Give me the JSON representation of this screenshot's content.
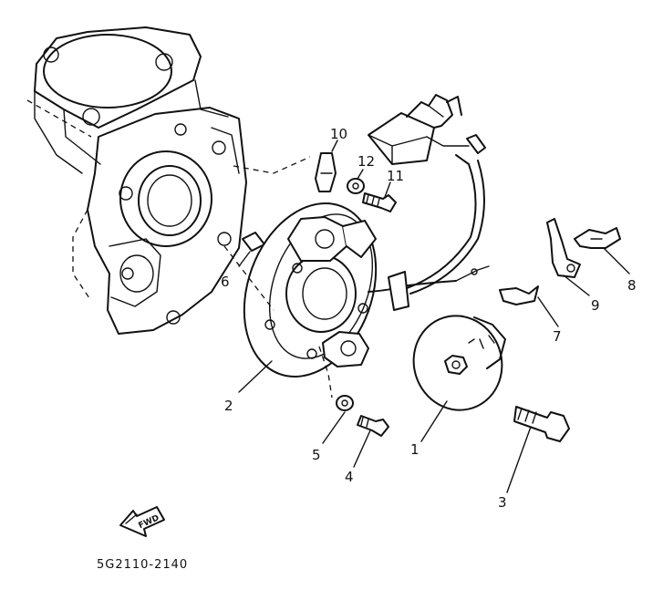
{
  "diagram_code": "5G2110-2140",
  "forward_arrow_label": "FWD",
  "callouts": [
    {
      "id": "1",
      "label": "1"
    },
    {
      "id": "2",
      "label": "2"
    },
    {
      "id": "3",
      "label": "3"
    },
    {
      "id": "4",
      "label": "4"
    },
    {
      "id": "5",
      "label": "5"
    },
    {
      "id": "6",
      "label": "6"
    },
    {
      "id": "7",
      "label": "7"
    },
    {
      "id": "8",
      "label": "8"
    },
    {
      "id": "9",
      "label": "9"
    },
    {
      "id": "10",
      "label": "10"
    },
    {
      "id": "11",
      "label": "11"
    },
    {
      "id": "12",
      "label": "12"
    }
  ]
}
